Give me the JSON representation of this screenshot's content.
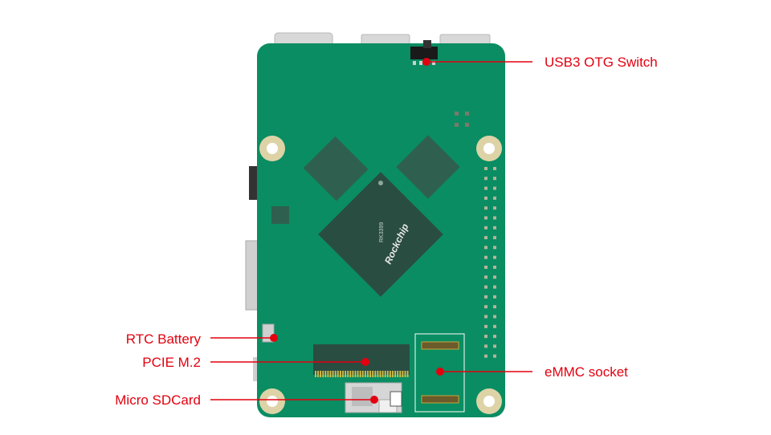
{
  "diagram": {
    "board": {
      "pcb_color": "#0a8d62",
      "connector_color": "#d3d3d3",
      "chip_color": "#2f5f4f",
      "soc_color": "#2a4d42",
      "soc_brand": "Rockchip",
      "soc_model": "RK3399"
    },
    "callouts": {
      "color": "#e3000f",
      "usb3_otg_switch": "USB3 OTG Switch",
      "rtc_battery": "RTC Battery",
      "pcie_m2": "PCIE M.2",
      "micro_sdcard": "Micro SDCard",
      "emmc_socket": "eMMC socket"
    }
  }
}
